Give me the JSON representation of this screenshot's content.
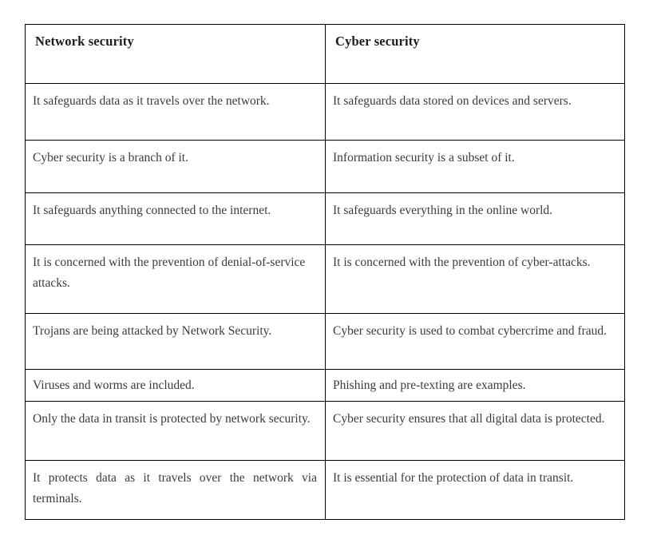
{
  "document": {
    "type": "comparison-table",
    "background_color": "#ffffff",
    "border_color": "#000000",
    "header_text_color": "#1d1d1d",
    "body_text_color": "#3b3b3b"
  },
  "table": {
    "headers": [
      "Network security",
      "Cyber security"
    ],
    "rows": [
      {
        "left": "It safeguards data as it travels over the network.",
        "left_align": "justify",
        "right": "It safeguards data stored on devices and servers.",
        "right_align": "left"
      },
      {
        "left": "Cyber security is a branch of it.",
        "left_align": "left",
        "right": "Information security is a subset of it.",
        "right_align": "left"
      },
      {
        "left": "It safeguards anything connected to the internet.",
        "left_align": "left",
        "right": "It safeguards everything in the online world.",
        "right_align": "left"
      },
      {
        "left": "It is concerned with the prevention of denial-of-service attacks.",
        "left_align": "left",
        "right": "It is concerned with the prevention of cyber-attacks.",
        "right_align": "justify"
      },
      {
        "left": "Trojans are being attacked by Network Security.",
        "left_align": "left",
        "right": "Cyber security is used to combat cybercrime and fraud.",
        "right_align": "left"
      },
      {
        "left": "Viruses and worms are included.",
        "left_align": "left",
        "right": "Phishing and pre-texting are examples.",
        "right_align": "left"
      },
      {
        "left": "Only the data in transit is protected by network security.",
        "left_align": "justify",
        "right": "Cyber security ensures that all digital data is protected.",
        "right_align": "left"
      },
      {
        "left": "It protects data as it travels over the network via terminals.",
        "left_align": "justify",
        "right": "It is essential for the protection of data in transit.",
        "right_align": "left"
      }
    ]
  }
}
